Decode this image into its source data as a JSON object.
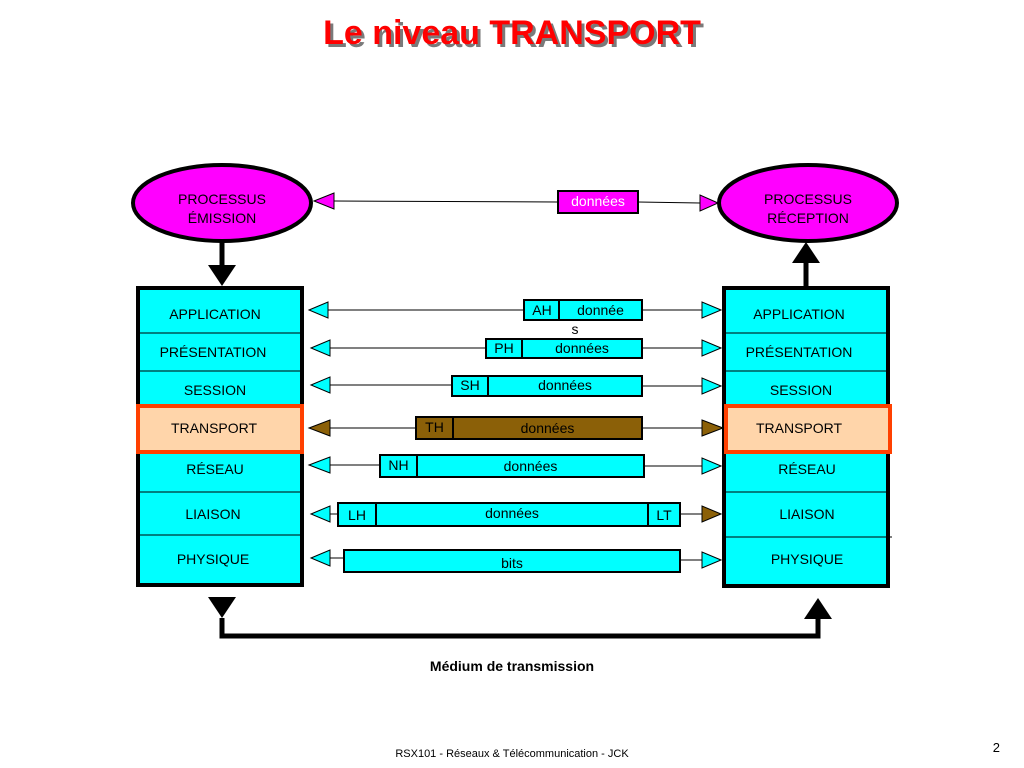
{
  "title": "Le niveau TRANSPORT",
  "emitter": {
    "line1": "PROCESSUS",
    "line2": "ÉMISSION"
  },
  "receiver": {
    "line1": "PROCESSUS",
    "line2": "RÉCEPTION"
  },
  "process_data": "données",
  "layers": [
    "APPLICATION",
    "PRÉSENTATION",
    "SESSION",
    "TRANSPORT",
    "RÉSEAU",
    "LIAISON",
    "PHYSIQUE"
  ],
  "packets": {
    "application": {
      "header": "AH",
      "data": "donnée",
      "data_overflow": "s"
    },
    "presentation": {
      "header": "PH",
      "data": "données"
    },
    "session": {
      "header": "SH",
      "data": "données"
    },
    "transport": {
      "header": "TH",
      "data": "données"
    },
    "reseau": {
      "header": "NH",
      "data": "données"
    },
    "liaison": {
      "header": "LH",
      "data": "données",
      "trailer": "LT"
    },
    "physique": {
      "data": "bits"
    }
  },
  "medium": "Médium de transmission",
  "footer": "RSX101 - Réseaux & Télécommunication - JCK",
  "page_number": "2",
  "colors": {
    "title": "#ff0000",
    "process_fill": "#ff00ff",
    "layer_fill": "#00ffff",
    "transport_fill": "#ffd5aa",
    "transport_border": "#ff4000",
    "transport_packet": "#8b6008",
    "arrow_head": "#00ffff"
  }
}
